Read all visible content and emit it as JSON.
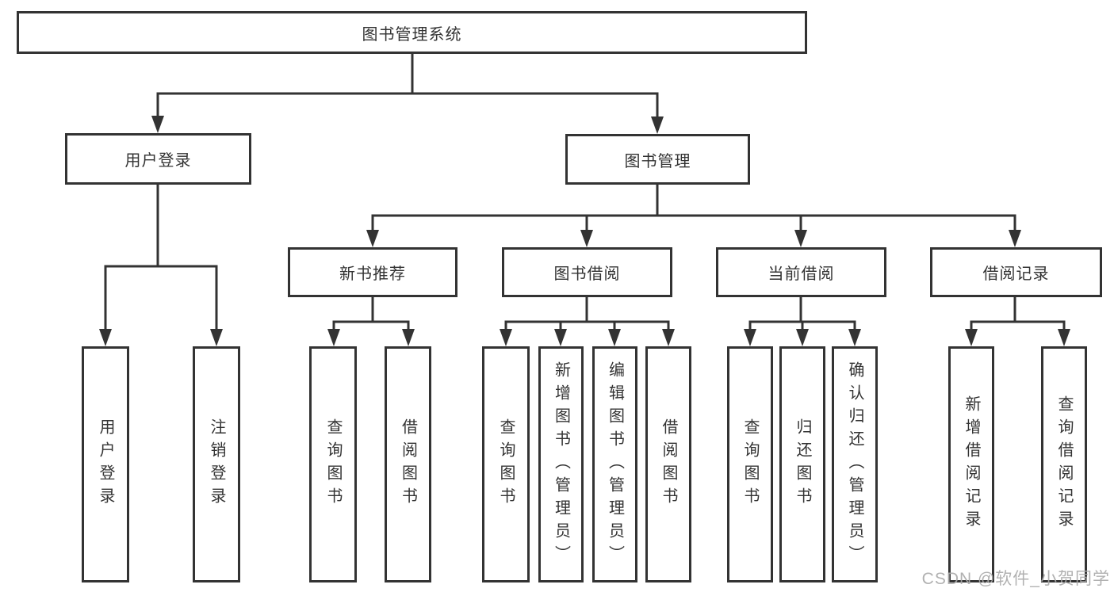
{
  "tree": {
    "root": "图书管理系统",
    "level2": [
      "用户登录",
      "图书管理"
    ],
    "level3": [
      "新书推荐",
      "图书借阅",
      "当前借阅",
      "借阅记录"
    ],
    "leaves": {
      "user_login": [
        "用户登录",
        "注销登录"
      ],
      "new_book_recommend": [
        "查询图书",
        "借阅图书"
      ],
      "book_borrow": [
        "查询图书",
        "新增图书（管理员）",
        "编辑图书（管理员）",
        "借阅图书"
      ],
      "current_borrow": [
        "查询图书",
        "归还图书",
        "确认归还（管理员）"
      ],
      "borrow_records": [
        "新增借阅记录",
        "查询借阅记录"
      ]
    }
  },
  "watermark": "CSDN @软件_小贺同学",
  "colors": {
    "line": "#333333",
    "text": "#333333",
    "box_background": "#ffffff",
    "watermark": "#ababab",
    "background": "#ffffff"
  }
}
